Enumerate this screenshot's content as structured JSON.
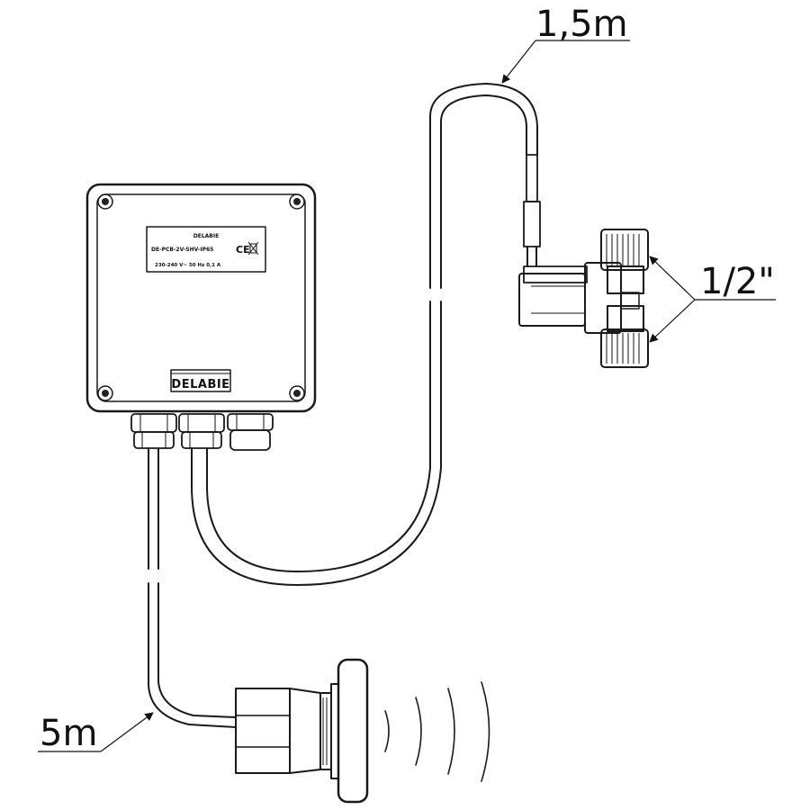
{
  "labels": {
    "valve_cable_length": "1,5m",
    "sensor_cable_length": "5m",
    "thread_size": "1/2\""
  },
  "control_box": {
    "plate_brand": "DELABIE",
    "plate_spec_line": "DE-PCB-2V-SHV-IP65",
    "plate_ce": "CE",
    "plate_electric": "230-240 V~   50 Hz   0,1 A",
    "logo": "DELABIE"
  }
}
